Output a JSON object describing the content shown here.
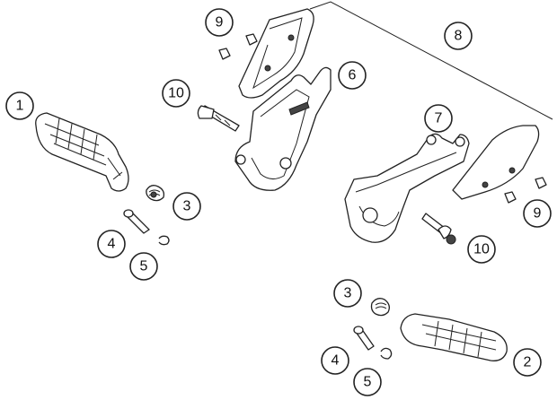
{
  "diagram": {
    "callouts": [
      {
        "id": "c1",
        "label": "1"
      },
      {
        "id": "c2",
        "label": "2"
      },
      {
        "id": "c3a",
        "label": "3"
      },
      {
        "id": "c3b",
        "label": "3"
      },
      {
        "id": "c4a",
        "label": "4"
      },
      {
        "id": "c4b",
        "label": "4"
      },
      {
        "id": "c5a",
        "label": "5"
      },
      {
        "id": "c5b",
        "label": "5"
      },
      {
        "id": "c6",
        "label": "6"
      },
      {
        "id": "c7",
        "label": "7"
      },
      {
        "id": "c8",
        "label": "8"
      },
      {
        "id": "c9a",
        "label": "9"
      },
      {
        "id": "c9b",
        "label": "9"
      },
      {
        "id": "c10a",
        "label": "10"
      },
      {
        "id": "c10b",
        "label": "10"
      }
    ]
  }
}
